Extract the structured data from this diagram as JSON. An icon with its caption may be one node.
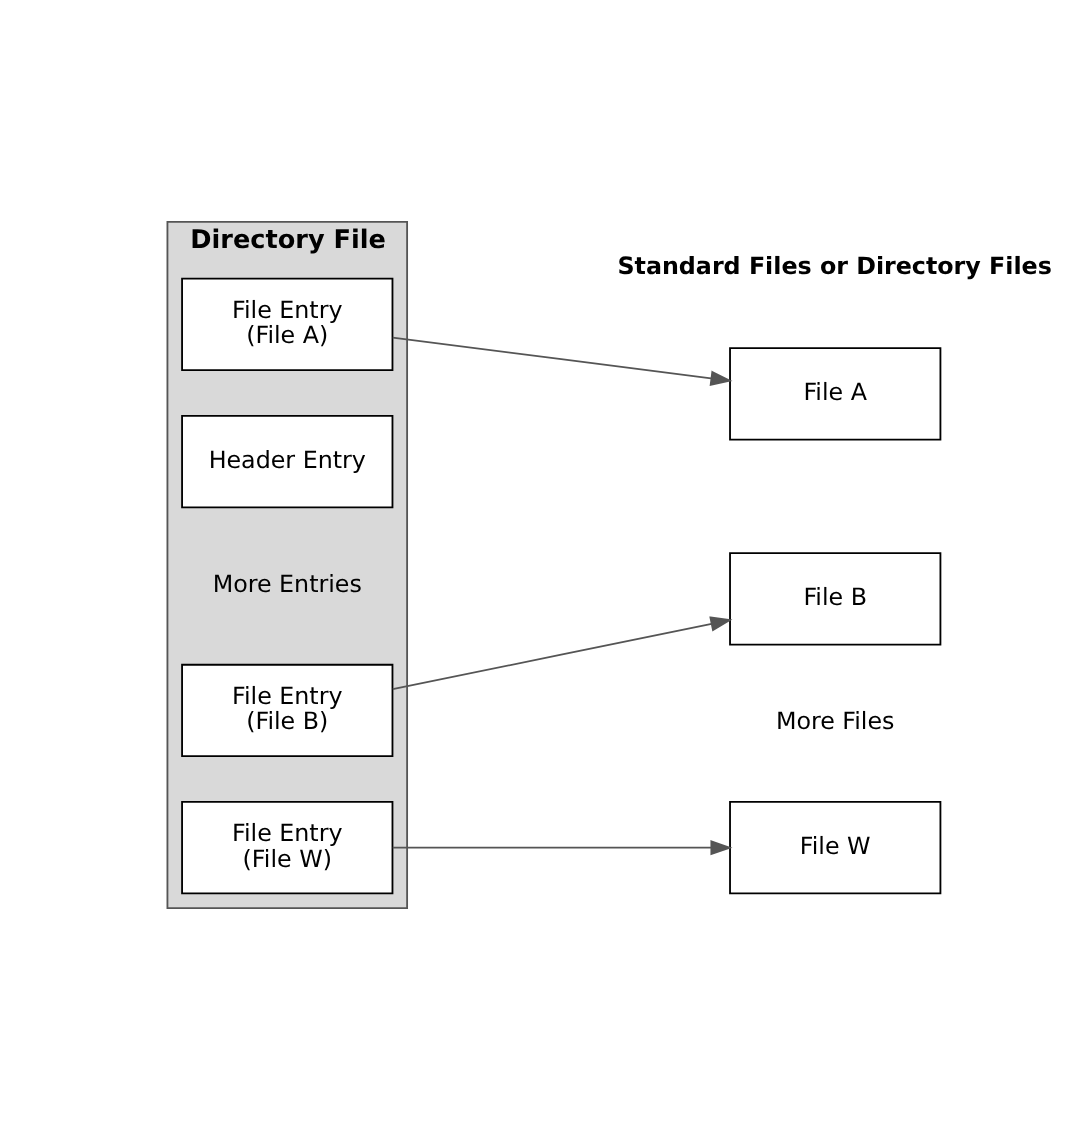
{
  "diagram": {
    "nodes": [
      {
        "text": [
          "Directory File"
        ]
      },
      {
        "text": [
          "Header Entry"
        ],
        "in": 0
      },
      {
        "text": [
          "File Entry",
          "(File A)"
        ],
        "in": 0
      },
      {
        "text": [
          "File Entry",
          "(File B)"
        ],
        "in": 0
      },
      {
        "text": [
          "File Entry",
          "(File W)"
        ],
        "in": 0
      },
      {
        "text": [
          "File A"
        ]
      },
      {
        "text": [
          "File B"
        ]
      },
      {
        "text": [
          "File W"
        ]
      }
    ],
    "edges": [
      {
        "from": 2,
        "to": 5,
        "arrow": "to"
      },
      {
        "from": 3,
        "to": 6,
        "arrow": "to"
      },
      {
        "from": 4,
        "to": 7,
        "arrow": "to"
      }
    ],
    "labels": [
      "Standard Files or Directory Files",
      "More Entries",
      "More Files"
    ]
  }
}
